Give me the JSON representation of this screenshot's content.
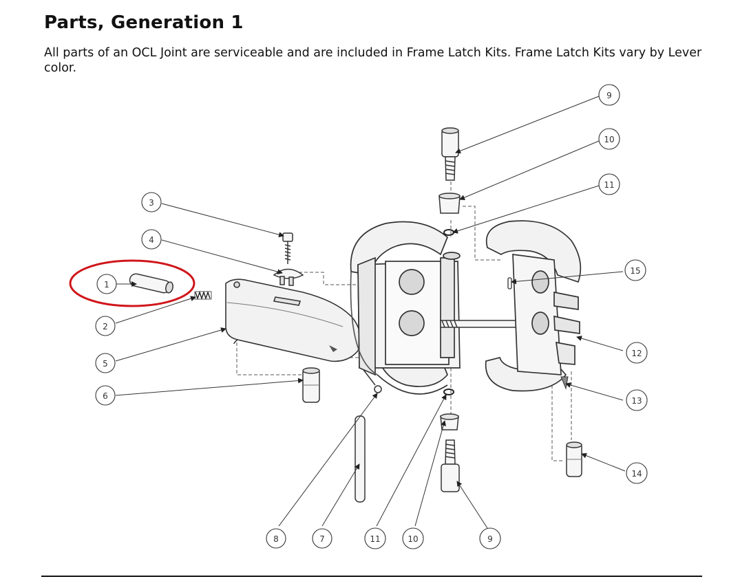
{
  "heading": {
    "title": "Parts, Generation 1",
    "description": "All parts of an OCL Joint are serviceable and are included in Frame Latch Kits. Frame Latch Kits vary by Lever color."
  },
  "callouts": [
    {
      "id": "c1",
      "label": "1"
    },
    {
      "id": "c2",
      "label": "2"
    },
    {
      "id": "c3",
      "label": "3"
    },
    {
      "id": "c4",
      "label": "4"
    },
    {
      "id": "c5",
      "label": "5"
    },
    {
      "id": "c6",
      "label": "6"
    },
    {
      "id": "c7",
      "label": "7"
    },
    {
      "id": "c8",
      "label": "8"
    },
    {
      "id": "c9a",
      "label": "9"
    },
    {
      "id": "c10a",
      "label": "10"
    },
    {
      "id": "c11a",
      "label": "11"
    },
    {
      "id": "c12",
      "label": "12"
    },
    {
      "id": "c13",
      "label": "13"
    },
    {
      "id": "c14",
      "label": "14"
    },
    {
      "id": "c15",
      "label": "15"
    },
    {
      "id": "c11b",
      "label": "11"
    },
    {
      "id": "c10b",
      "label": "10"
    },
    {
      "id": "c9b",
      "label": "9"
    }
  ],
  "highlight": {
    "target_part": "1",
    "color": "#d0161b"
  },
  "colors": {
    "line": "#333333",
    "part_fill": "#f6f6f6",
    "shade": "#c8c8c8"
  }
}
